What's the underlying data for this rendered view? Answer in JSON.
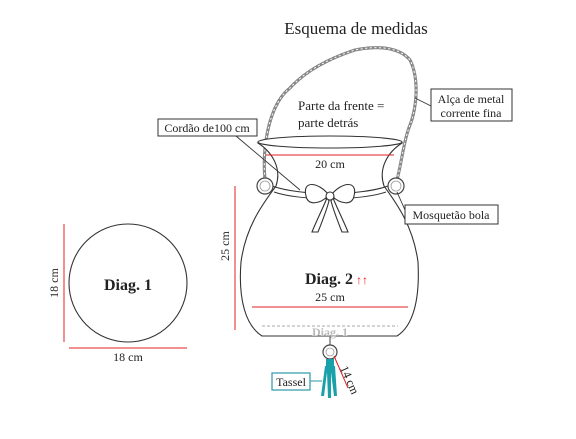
{
  "title": "Esquema de medidas",
  "circle": {
    "label": "Diag. 1",
    "height_label": "18 cm",
    "width_label": "18 cm"
  },
  "bag": {
    "front_back_line1": "Parte da frente =",
    "front_back_line2": "parte detrás",
    "top_width_label": "20 cm",
    "height_label": "25 cm",
    "diag2_label": "Diag. 2",
    "diag2_arrows": "↑↑",
    "bottom_width_label": "25 cm",
    "base_label": "Diag. 1"
  },
  "callouts": {
    "cord": "Cordão de100 cm",
    "strap_line1": "Alça de metal",
    "strap_line2": "corrente fina",
    "clasp": "Mosquetão bola",
    "tassel": "Tassel",
    "tassel_length": "14 cm"
  },
  "colors": {
    "measure_line": "#e02020",
    "arrow": "#e02020",
    "tassel": "#1aa0a8",
    "tassel_box": "#2a9aa8",
    "outline": "#333333",
    "base_dashed": "#aaaaaa"
  }
}
